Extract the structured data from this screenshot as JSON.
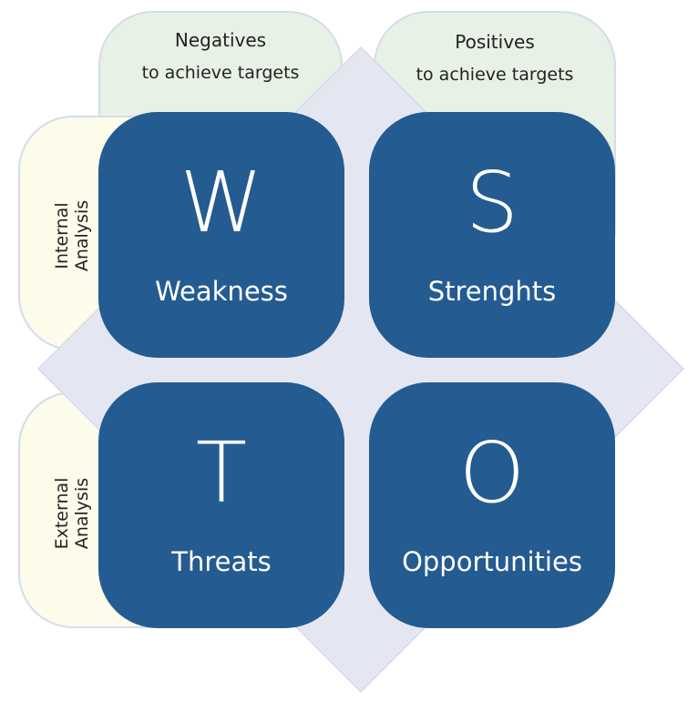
{
  "columns": [
    {
      "title": "Negatives",
      "subtitle": "to achieve targets"
    },
    {
      "title": "Positives",
      "subtitle": "to achieve targets"
    }
  ],
  "rows": [
    {
      "line1": "Internal",
      "line2": "Analysis"
    },
    {
      "line1": "External",
      "line2": "Analysis"
    }
  ],
  "quadrants": [
    {
      "letter": "W",
      "label": "Weakness"
    },
    {
      "letter": "S",
      "label": "Strenghts"
    },
    {
      "letter": "T",
      "label": "Threats"
    },
    {
      "letter": "O",
      "label": "Opportunities"
    }
  ],
  "colors": {
    "box": "#245b91",
    "diamond": "#e4e7f2",
    "column_tab": "#e8f1e5",
    "row_tab": "#fdfbe9"
  }
}
